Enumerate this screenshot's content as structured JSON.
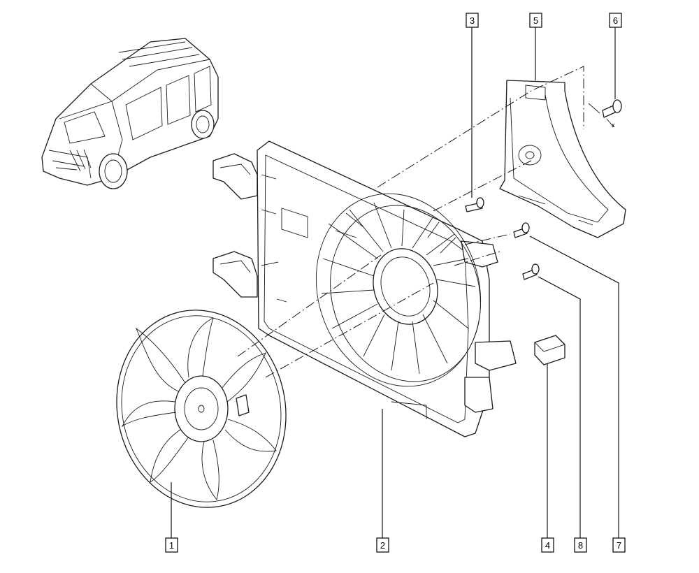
{
  "callouts": [
    {
      "id": "1",
      "label": "1"
    },
    {
      "id": "2",
      "label": "2"
    },
    {
      "id": "3",
      "label": "3"
    },
    {
      "id": "4",
      "label": "4"
    },
    {
      "id": "5",
      "label": "5"
    },
    {
      "id": "6",
      "label": "6"
    },
    {
      "id": "7",
      "label": "7"
    },
    {
      "id": "8",
      "label": "8"
    }
  ],
  "annotations": {
    "mark_x": "x"
  }
}
